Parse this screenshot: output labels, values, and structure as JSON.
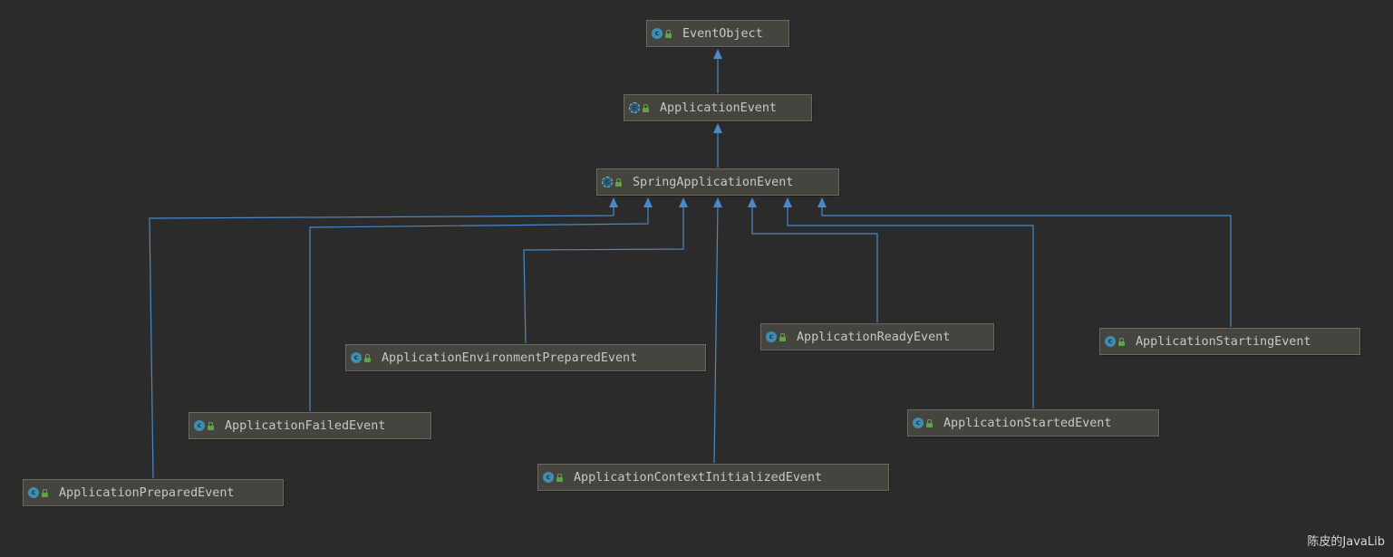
{
  "diagram": {
    "nodes": [
      {
        "id": "EventObject",
        "label": "EventObject",
        "icon": "class-icon"
      },
      {
        "id": "ApplicationEvent",
        "label": "ApplicationEvent",
        "icon": "abstract-class-icon"
      },
      {
        "id": "SpringApplicationEvent",
        "label": "SpringApplicationEvent",
        "icon": "abstract-class-icon"
      },
      {
        "id": "ApplicationPreparedEvent",
        "label": "ApplicationPreparedEvent",
        "icon": "class-icon"
      },
      {
        "id": "ApplicationFailedEvent",
        "label": "ApplicationFailedEvent",
        "icon": "class-icon"
      },
      {
        "id": "ApplicationEnvironmentPreparedEvent",
        "label": "ApplicationEnvironmentPreparedEvent",
        "icon": "class-icon"
      },
      {
        "id": "ApplicationContextInitializedEvent",
        "label": "ApplicationContextInitializedEvent",
        "icon": "class-icon"
      },
      {
        "id": "ApplicationReadyEvent",
        "label": "ApplicationReadyEvent",
        "icon": "class-icon"
      },
      {
        "id": "ApplicationStartedEvent",
        "label": "ApplicationStartedEvent",
        "icon": "class-icon"
      },
      {
        "id": "ApplicationStartingEvent",
        "label": "ApplicationStartingEvent",
        "icon": "class-icon"
      }
    ],
    "edges": [
      {
        "from": "ApplicationEvent",
        "to": "EventObject",
        "type": "extends"
      },
      {
        "from": "SpringApplicationEvent",
        "to": "ApplicationEvent",
        "type": "extends"
      },
      {
        "from": "ApplicationPreparedEvent",
        "to": "SpringApplicationEvent",
        "type": "extends"
      },
      {
        "from": "ApplicationFailedEvent",
        "to": "SpringApplicationEvent",
        "type": "extends"
      },
      {
        "from": "ApplicationEnvironmentPreparedEvent",
        "to": "SpringApplicationEvent",
        "type": "extends"
      },
      {
        "from": "ApplicationContextInitializedEvent",
        "to": "SpringApplicationEvent",
        "type": "extends"
      },
      {
        "from": "ApplicationReadyEvent",
        "to": "SpringApplicationEvent",
        "type": "extends"
      },
      {
        "from": "ApplicationStartedEvent",
        "to": "SpringApplicationEvent",
        "type": "extends"
      },
      {
        "from": "ApplicationStartingEvent",
        "to": "SpringApplicationEvent",
        "type": "extends"
      }
    ]
  },
  "colors": {
    "background": "#2b2b2b",
    "node_fill": "#45443e",
    "edge": "#4a88c7",
    "class_icon": "#3d8eb0",
    "lock_icon": "#62a04a"
  },
  "watermark": "陈皮的JavaLib"
}
